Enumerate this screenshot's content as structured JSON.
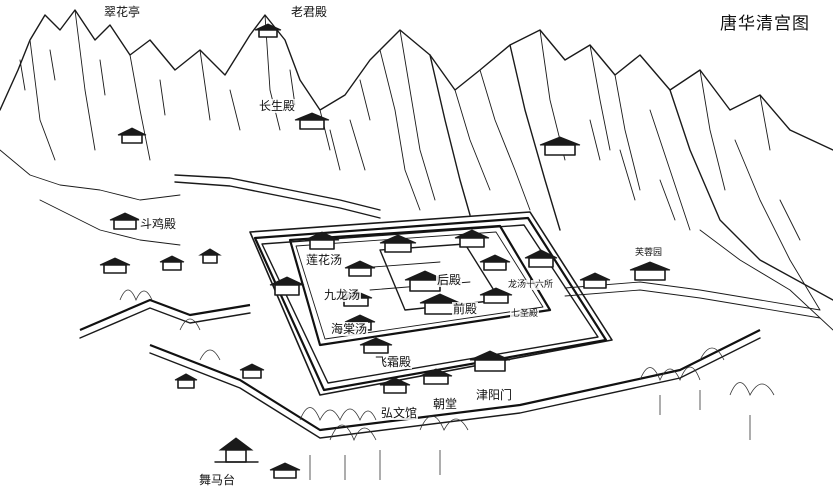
{
  "map": {
    "title": "唐华清宫图",
    "labels": {
      "cuihua_ting": "翠花亭",
      "laojun_dian": "老君殿",
      "changsheng_dian": "长生殿",
      "douji_dian": "斗鸡殿",
      "lianhua_tang": "莲花汤",
      "jiulong_tang": "九龙汤",
      "haitang_tang": "海棠汤",
      "hou_dian": "后殿",
      "qian_dian": "前殿",
      "feishuang_dian": "飞霜殿",
      "longtang_shiliusuo": "龙汤十六所",
      "qisheng_dian": "七圣殿",
      "furong_yuan": "芙蓉园",
      "hongwen_guan": "弘文馆",
      "chao_tang": "朝堂",
      "jinyang_men": "津阳门",
      "wuma_tai": "舞马台"
    }
  }
}
